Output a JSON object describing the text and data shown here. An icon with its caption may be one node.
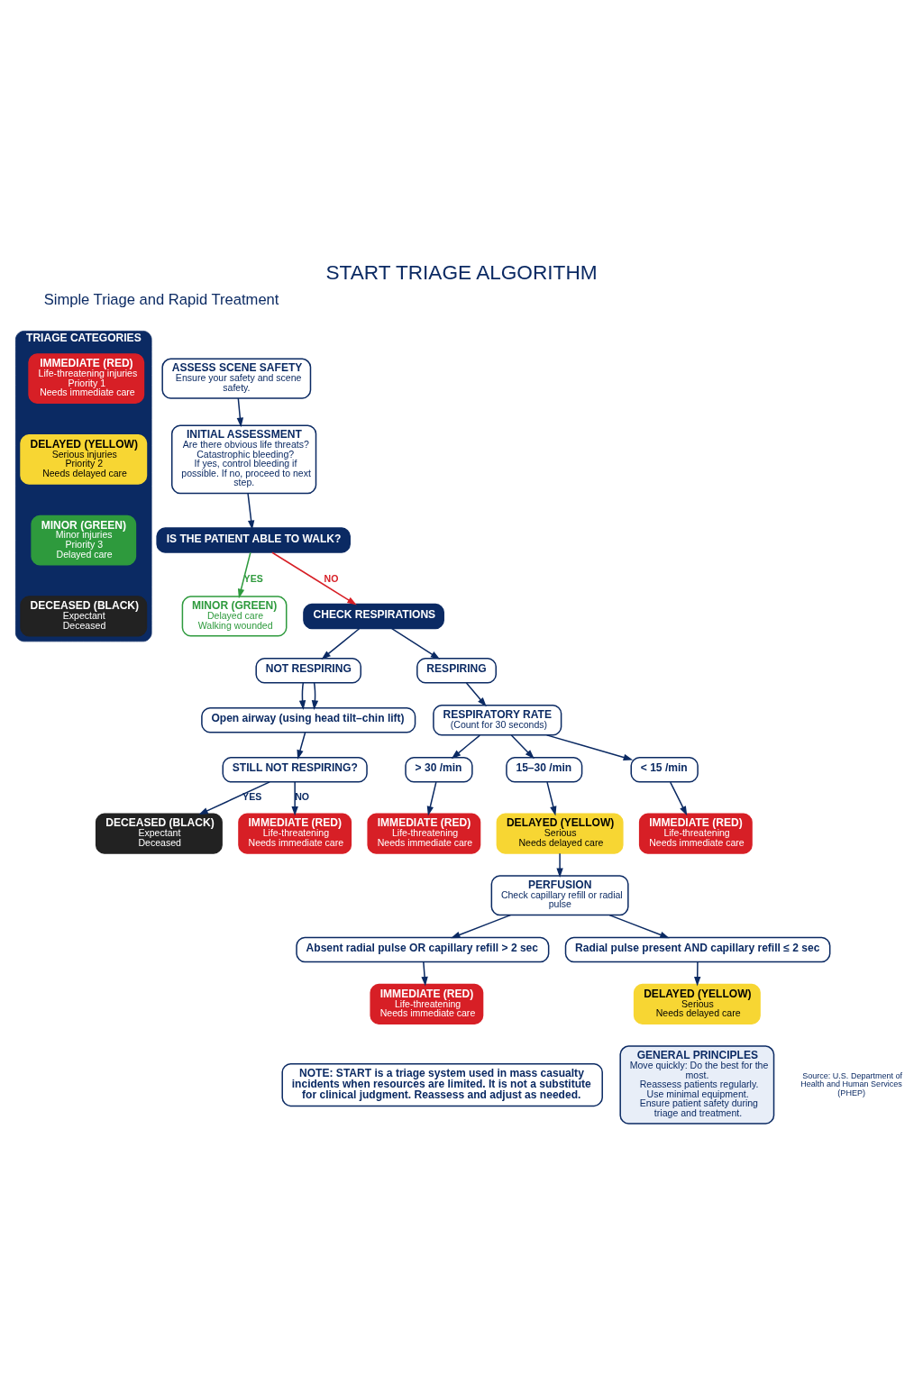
{
  "diagram": {
    "title": "START TRIAGE ALGORITHM",
    "nodes": [
      {
        "text": [
          "ASSESS SCENE SAFETY",
          "Ensure your safety and scene safety."
        ]
      },
      {
        "text": [
          "INITIAL ASSESSMENT",
          "Are there obvious life threats?",
          "Catastrophic bleeding?",
          "If yes, control bleeding if possible. If no, proceed to next step."
        ]
      },
      {
        "text": [
          "IS THE PATIENT ABLE TO WALK?"
        ]
      },
      {
        "text": [
          "MINOR (GREEN)",
          "Delayed care",
          "Walking wounded"
        ]
      },
      {
        "text": [
          "CHECK RESPIRATIONS"
        ]
      },
      {
        "text": [
          "NOT RESPIRING"
        ]
      },
      {
        "text": [
          "RESPIRING"
        ]
      },
      {
        "text": [
          "Open airway (using head tilt–chin lift)"
        ]
      },
      {
        "text": [
          "STILL NOT RESPIRING?"
        ]
      },
      {
        "text": [
          "RESPIRATORY RATE",
          "(Count for 30 seconds)"
        ]
      },
      {
        "text": [
          "> 30 /min"
        ]
      },
      {
        "text": [
          "15–30 /min"
        ]
      },
      {
        "text": [
          "< 15 /min"
        ]
      },
      {
        "text": [
          "DECEASED (BLACK)",
          "Expectant",
          "Deceased"
        ]
      },
      {
        "text": [
          "IMMEDIATE (RED)",
          "Life-threatening",
          "Needs immediate care"
        ]
      },
      {
        "text": [
          "IMMEDIATE (RED)",
          "Life-threatening",
          "Needs immediate care"
        ]
      },
      {
        "text": [
          "DELAYED (YELLOW)",
          "Serious",
          "Needs delayed care"
        ]
      },
      {
        "text": [
          "IMMEDIATE (RED)",
          "Life-threatening",
          "Needs immediate care"
        ]
      },
      {
        "text": [
          "PERFUSION",
          "Check capillary refill or radial pulse"
        ]
      },
      {
        "text": [
          "Absent radial pulse OR capillary refill > 2 sec"
        ]
      },
      {
        "text": [
          "Radial pulse present AND capillary refill ≤ 2 sec"
        ]
      },
      {
        "text": [
          "IMMEDIATE (RED)",
          "Life-threatening",
          "Needs immediate care"
        ]
      },
      {
        "text": [
          "DELAYED (YELLOW)",
          "Serious",
          "Needs delayed care"
        ]
      },
      {
        "text": [
          "TRIAGE CATEGORIES"
        ]
      },
      {
        "text": [
          "IMMEDIATE (RED)",
          "Life-threatening injuries",
          "Priority 1",
          "Needs immediate care"
        ],
        "in": 23
      },
      {
        "text": [
          "DELAYED (YELLOW)",
          "Serious injuries",
          "Priority 2",
          "Needs delayed care"
        ],
        "in": 23
      },
      {
        "text": [
          "MINOR (GREEN)",
          "Minor injuries",
          "Priority 3",
          "Delayed care"
        ],
        "in": 23
      },
      {
        "text": [
          "DECEASED (BLACK)",
          "Expectant",
          "Deceased"
        ],
        "in": 23
      },
      {
        "text": [
          "GENERAL PRINCIPLES",
          "Move quickly: Do the best for the most.",
          "Reassess patients regularly.",
          "Use minimal equipment.",
          "Ensure patient safety during triage and treatment."
        ]
      },
      {
        "text": [
          "NOTE: START is a triage system used in mass casualty incidents when resources are limited. It is not a substitute for clinical judgment. Reassess and adjust as needed."
        ]
      }
    ],
    "edges": [
      {
        "from": 0,
        "to": 1,
        "arrow": "to"
      },
      {
        "from": 1,
        "to": 2,
        "arrow": "to"
      },
      {
        "from": 2,
        "to": 3,
        "arrow": "to",
        "label": "YES",
        "color": "#2e9a3d"
      },
      {
        "from": 2,
        "to": 4,
        "arrow": "to",
        "label": "NO",
        "color": "#d71f26"
      },
      {
        "from": 4,
        "to": 5,
        "arrow": "to"
      },
      {
        "from": 4,
        "to": 6,
        "arrow": "to"
      },
      {
        "from": 5,
        "to": 7,
        "arrow": "to"
      },
      {
        "from": 5,
        "to": 7,
        "arrow": "to"
      },
      {
        "from": 7,
        "to": 8,
        "arrow": "to"
      },
      {
        "from": 8,
        "to": 13,
        "arrow": "to",
        "label": "YES"
      },
      {
        "from": 8,
        "to": 14,
        "arrow": "to",
        "label": "NO"
      },
      {
        "from": 6,
        "to": 9,
        "arrow": "to"
      },
      {
        "from": 9,
        "to": 10,
        "arrow": "to"
      },
      {
        "from": 9,
        "to": 11,
        "arrow": "to"
      },
      {
        "from": 9,
        "to": 12,
        "arrow": "to"
      },
      {
        "from": 10,
        "to": 15,
        "arrow": "to"
      },
      {
        "from": 11,
        "to": 16,
        "arrow": "to"
      },
      {
        "from": 12,
        "to": 17,
        "arrow": "to"
      },
      {
        "from": 16,
        "to": 18,
        "arrow": "to"
      },
      {
        "from": 18,
        "to": 19,
        "arrow": "to"
      },
      {
        "from": 18,
        "to": 20,
        "arrow": "to"
      },
      {
        "from": 19,
        "to": 21,
        "arrow": "to"
      },
      {
        "from": 20,
        "to": 22,
        "arrow": "to"
      }
    ],
    "labels": [
      "Simple Triage and Rapid Treatment",
      "Source: U.S. Department of Health and Human Services (PHEP)"
    ]
  }
}
